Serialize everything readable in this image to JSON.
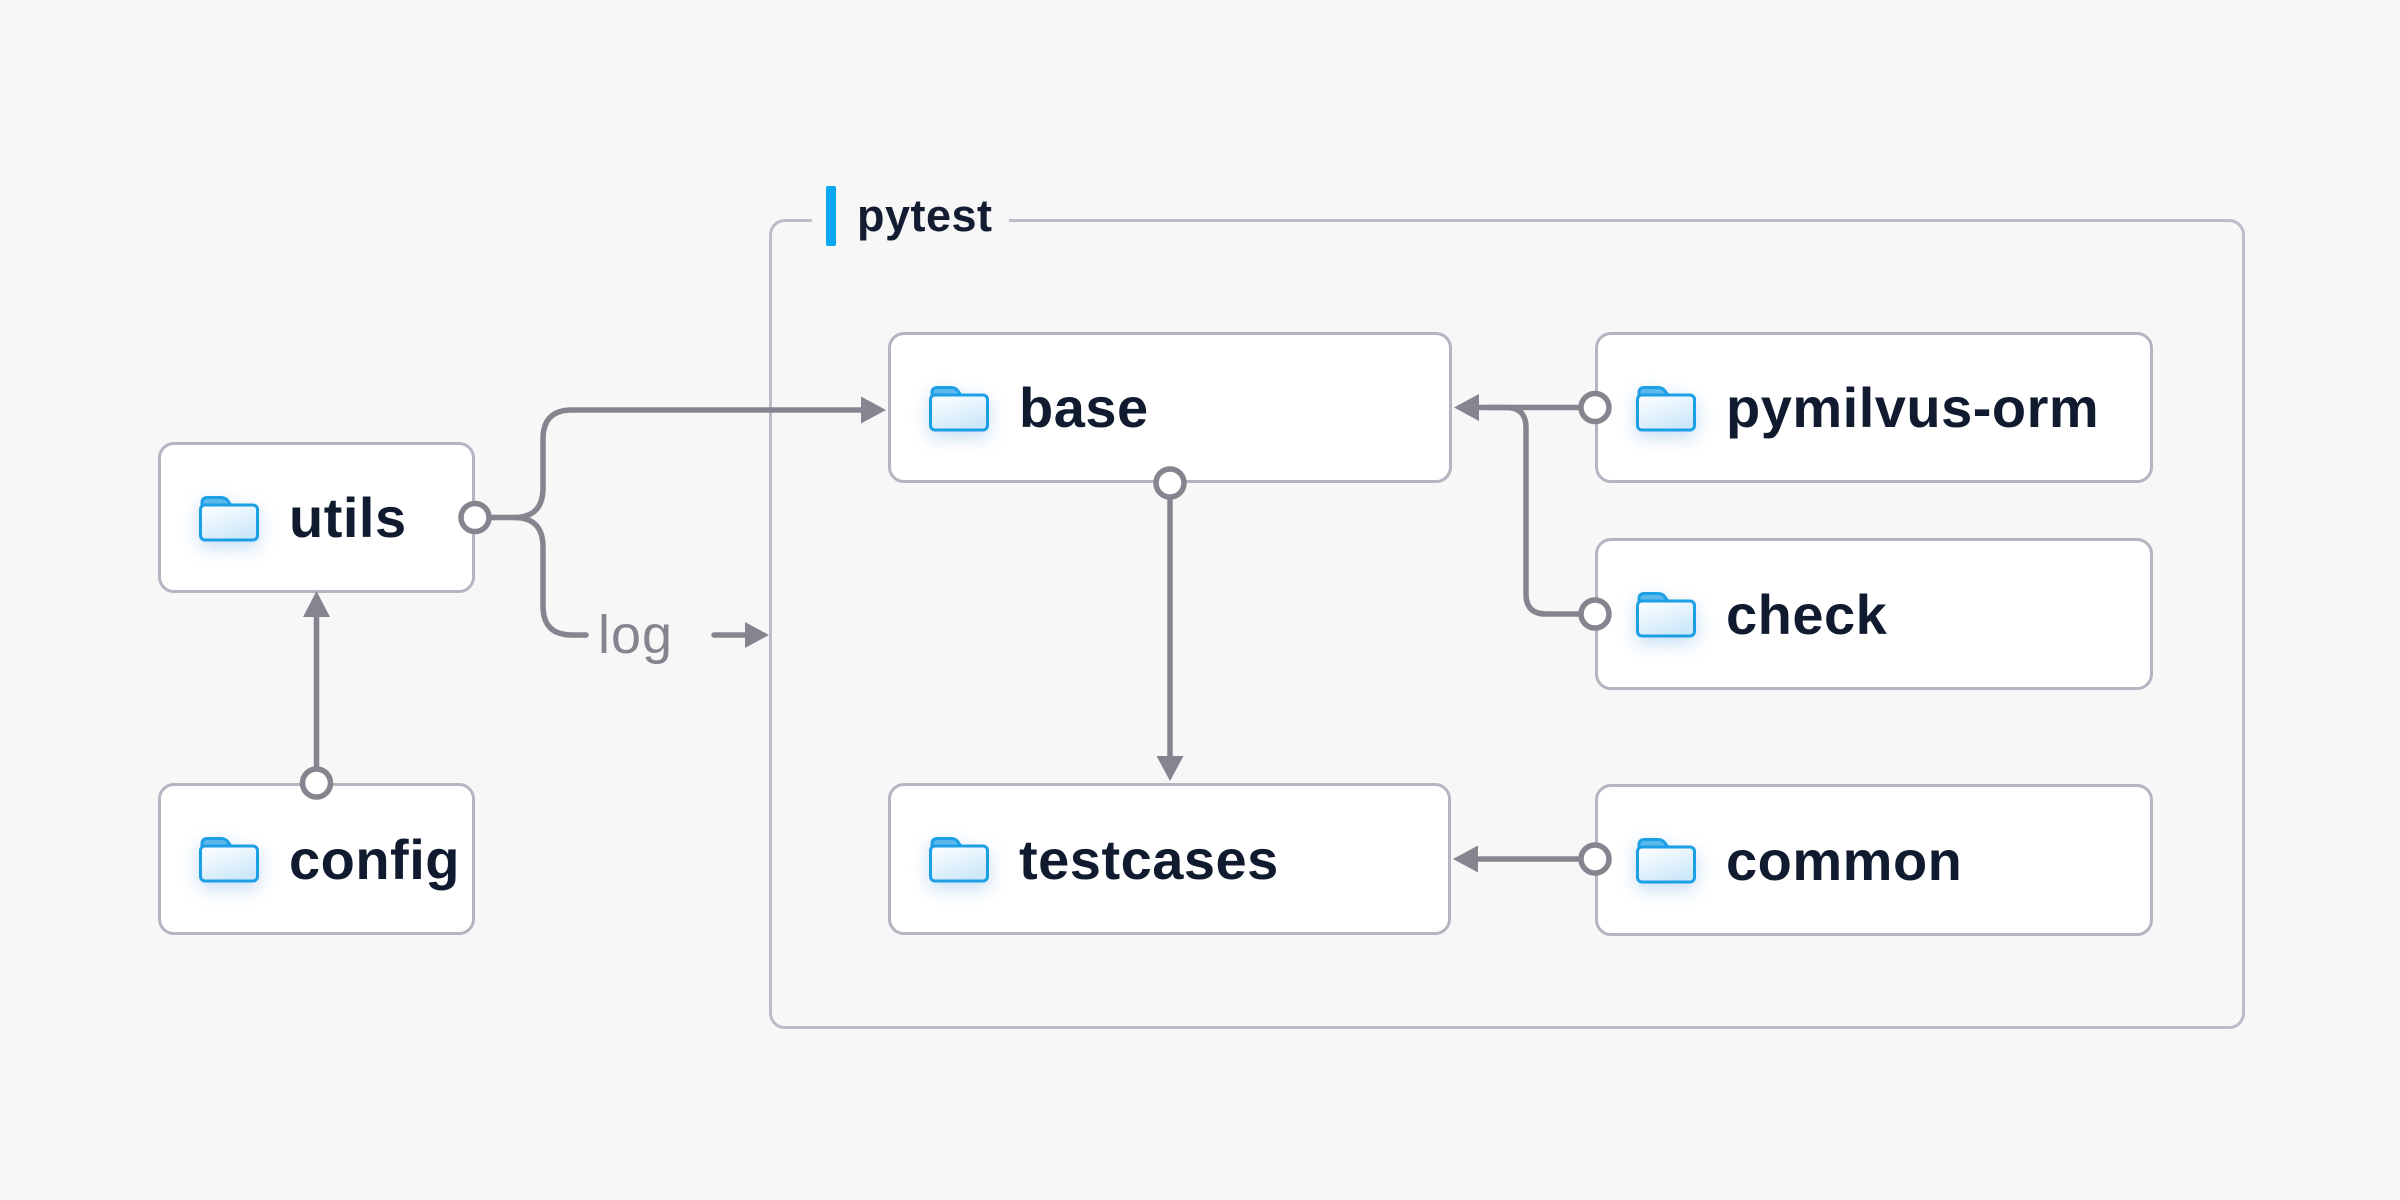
{
  "diagram": {
    "group": {
      "label": "pytest"
    },
    "nodes": {
      "utils": {
        "label": "utils",
        "icon": "folder-icon"
      },
      "config": {
        "label": "config",
        "icon": "folder-icon"
      },
      "base": {
        "label": "base",
        "icon": "folder-icon"
      },
      "testcases": {
        "label": "testcases",
        "icon": "folder-icon"
      },
      "pymilvus_orm": {
        "label": "pymilvus-orm",
        "icon": "folder-icon"
      },
      "check": {
        "label": "check",
        "icon": "folder-icon"
      },
      "common": {
        "label": "common",
        "icon": "folder-icon"
      }
    },
    "edges": [
      {
        "from": "config",
        "to": "utils",
        "style": "arrow"
      },
      {
        "from": "utils",
        "to": "base",
        "style": "arrow"
      },
      {
        "from": "utils",
        "to": "pytest",
        "style": "arrow",
        "label": "log"
      },
      {
        "from": "pymilvus_orm",
        "to": "base",
        "style": "arrow"
      },
      {
        "from": "check",
        "to": "base",
        "style": "arrow"
      },
      {
        "from": "base",
        "to": "testcases",
        "style": "arrow"
      },
      {
        "from": "common",
        "to": "testcases",
        "style": "arrow"
      }
    ],
    "log_label": "log",
    "colors": {
      "background": "#f7f7f8",
      "node_fill": "#ffffff",
      "node_border": "#b5b5c1",
      "group_border": "#bdbdc8",
      "accent_blue": "#0aa7ef",
      "folder_blue": "#1d9fe5",
      "folder_tab": "#5ab8ec",
      "text_navy": "#111b30",
      "line_gray": "#85858f"
    }
  }
}
